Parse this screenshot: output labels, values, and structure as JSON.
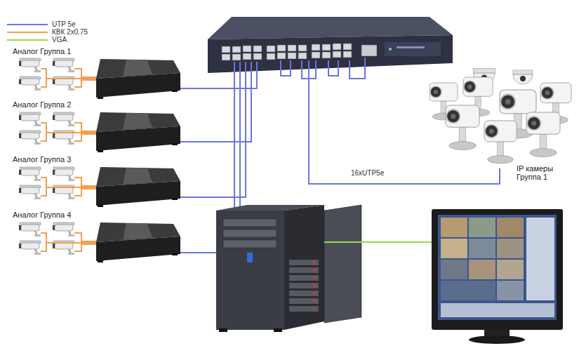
{
  "diagram": {
    "nodes": [
      {
        "text": [
          "Аналог Группа 1"
        ]
      },
      {
        "text": [
          "Аналог Группа 2"
        ]
      },
      {
        "text": [
          "Аналог Группа 3"
        ]
      },
      {
        "text": [
          "Аналог Группа 4"
        ]
      },
      {
        "text": [
          "IP камеры Группа 1"
        ]
      }
    ],
    "labels": [
      "16xUTP5e"
    ],
    "legend": [
      {
        "text": "UTP 5e"
      },
      {
        "text": "КВК 2х0.75"
      },
      {
        "text": "VGA"
      }
    ]
  }
}
